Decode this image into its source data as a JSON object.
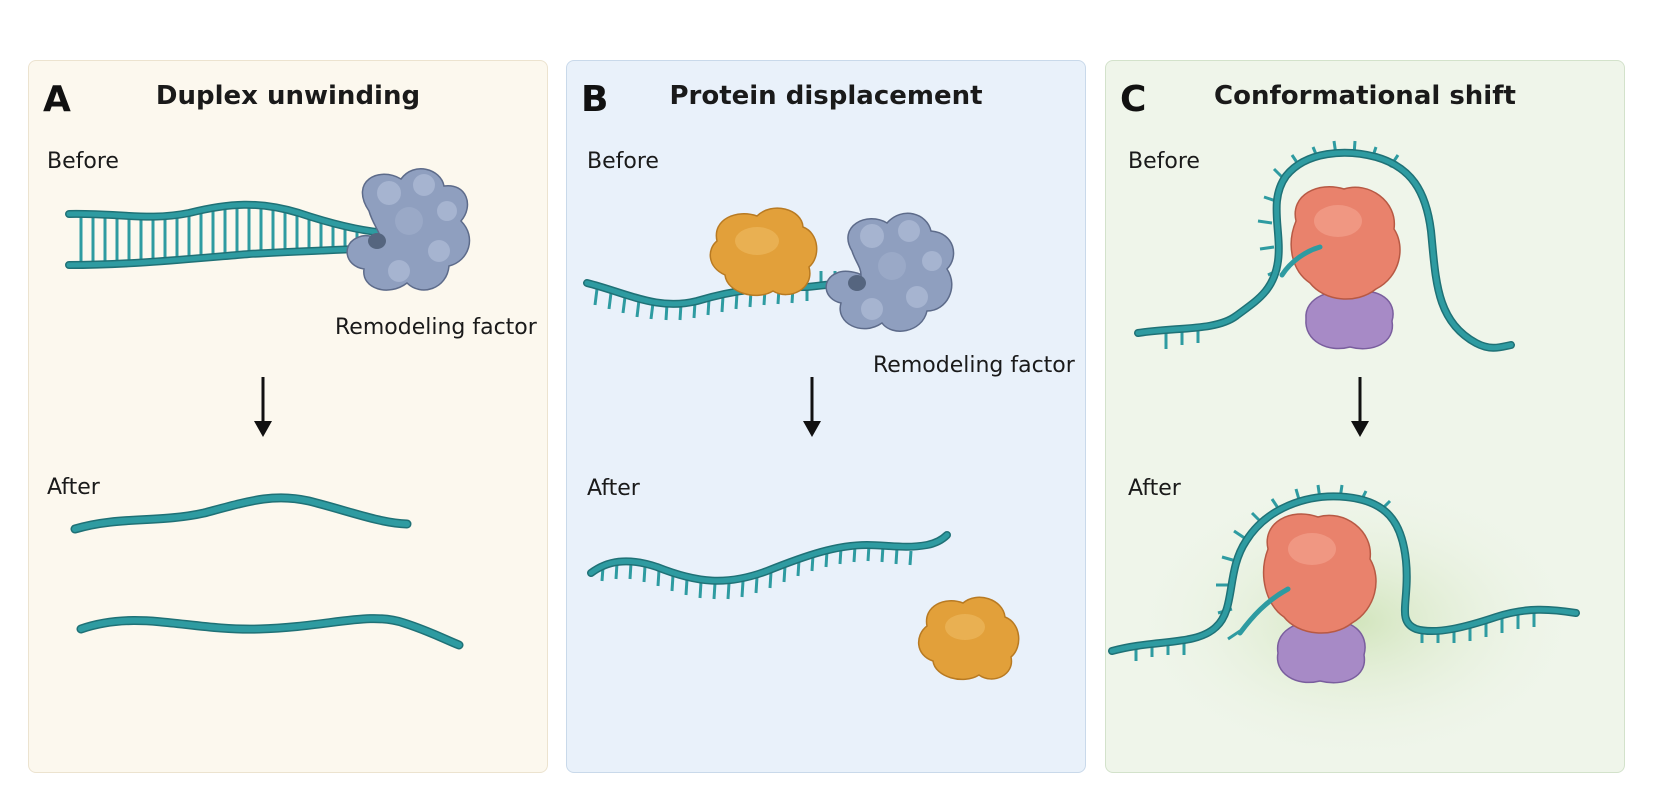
{
  "panels": [
    {
      "letter": "A",
      "title": "Duplex unwinding",
      "before": "Before",
      "after": "After",
      "factor_label": "Remodeling factor"
    },
    {
      "letter": "B",
      "title": "Protein displacement",
      "before": "Before",
      "after": "After",
      "factor_label": "Remodeling factor"
    },
    {
      "letter": "C",
      "title": "Conformational shift",
      "before": "Before",
      "after": "After"
    }
  ],
  "colors": {
    "strand": "#2e9ba1",
    "strand_dark": "#1f7176",
    "remodeling_factor": "#8f9fbf",
    "bound_protein": "#e2a03a",
    "protein_red": "#e9826c",
    "protein_purple": "#a78ac6"
  }
}
